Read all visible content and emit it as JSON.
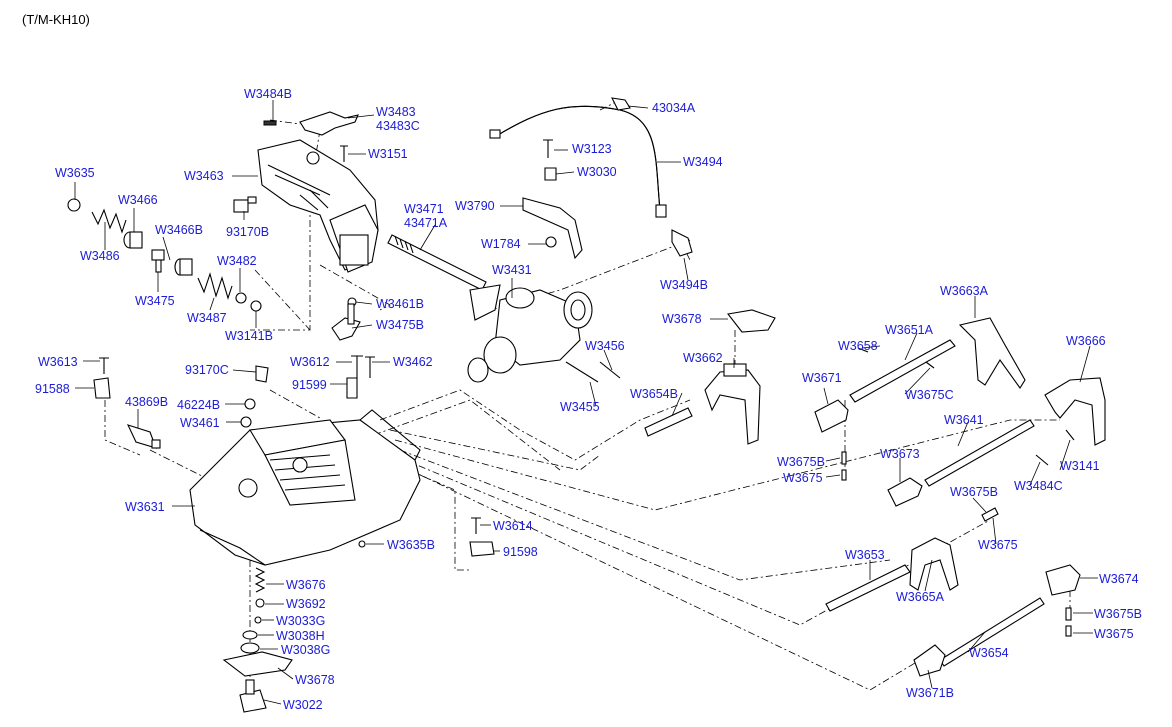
{
  "diagram_code": "(T/M-KH10)",
  "label_color": "#1c1cd8",
  "part_labels": [
    "W3484B",
    "W3483",
    "43483C",
    "W3151",
    "W3463",
    "W3635",
    "W3466",
    "W3486",
    "W3466B",
    "W3475",
    "93170B",
    "W3482",
    "W3487",
    "W3141B",
    "W3461B",
    "W3475B",
    "W3471",
    "43471A",
    "W3790",
    "W1784",
    "W3123",
    "W3030",
    "43034A",
    "W3494",
    "W3494B",
    "W3431",
    "W3456",
    "W3455",
    "W3612",
    "W3462",
    "93170C",
    "91599",
    "W3613",
    "91588",
    "43869B",
    "46224B",
    "W3461",
    "W3631",
    "W3635B",
    "W3614",
    "91598",
    "W3676",
    "W3692",
    "W3033G",
    "W3038H",
    "W3038G",
    "W3678",
    "W3022",
    "W3654B",
    "W3662",
    "W3678",
    "W3663A",
    "W3651A",
    "W3658",
    "W3675C",
    "W3671",
    "W3666",
    "W3641",
    "W3673",
    "W3675B",
    "W3675",
    "W3141",
    "W3484C",
    "W3675B",
    "W3675",
    "W3653",
    "W3665A",
    "W3674",
    "W3675B",
    "W3675",
    "W3654",
    "W3671B"
  ]
}
